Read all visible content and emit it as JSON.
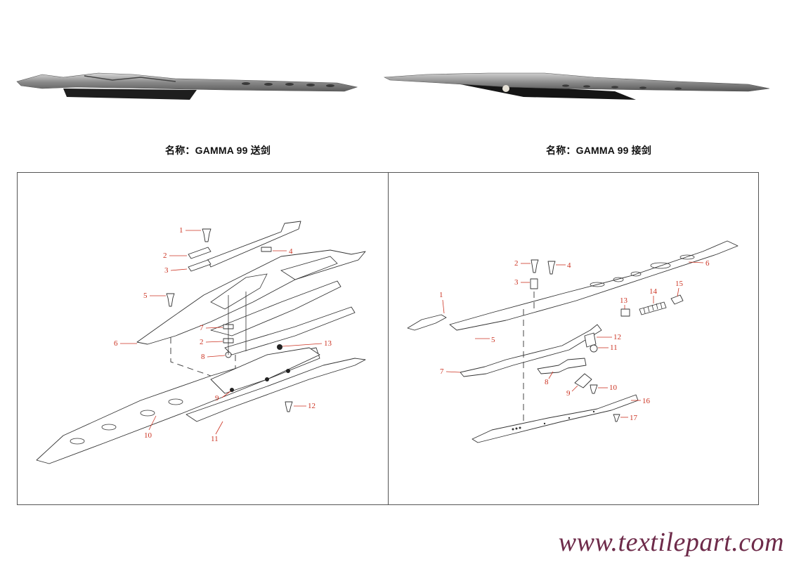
{
  "products": [
    {
      "caption": "名称：GAMMA 99  送剑"
    },
    {
      "caption": "名称：GAMMA 99  接剑"
    }
  ],
  "left_diagram": {
    "labels": [
      "1",
      "2",
      "3",
      "4",
      "5",
      "6",
      "7",
      "2",
      "8",
      "13",
      "9",
      "10",
      "11",
      "12"
    ]
  },
  "right_diagram": {
    "labels": [
      "1",
      "2",
      "3",
      "4",
      "5",
      "6",
      "7",
      "8",
      "9",
      "10",
      "11",
      "12",
      "13",
      "14",
      "15",
      "16",
      "17"
    ]
  },
  "watermark": "www.textilepart.com",
  "colors": {
    "callout": "#cc3322",
    "watermark": "#6e2b4a",
    "frame": "#555555"
  }
}
